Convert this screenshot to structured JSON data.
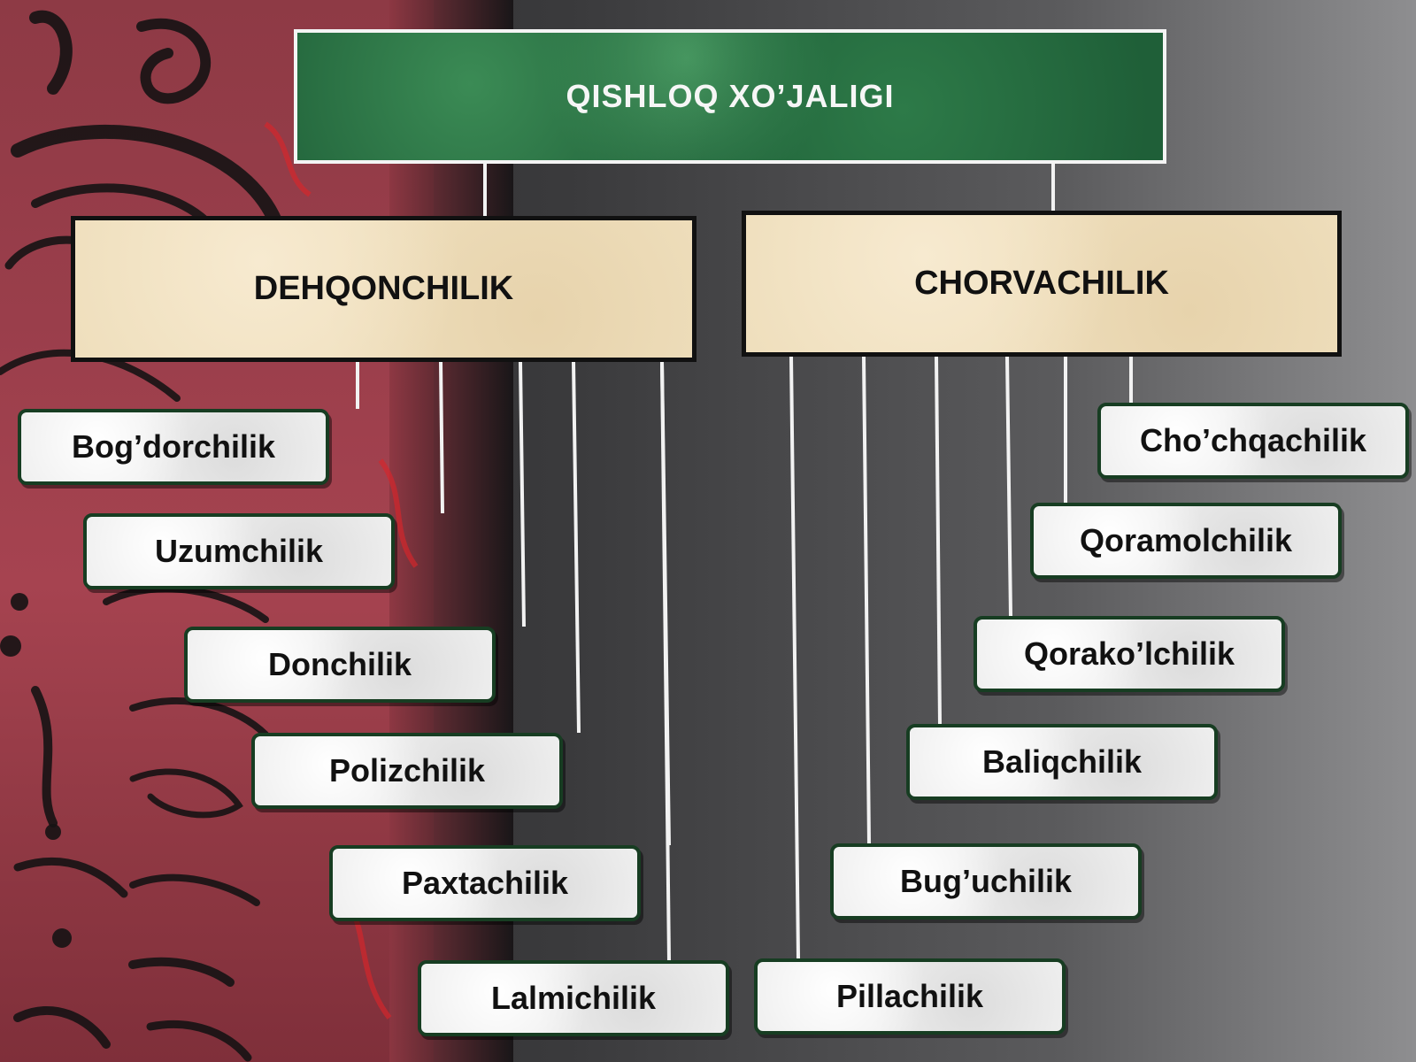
{
  "root": {
    "label": "QISHLOQ XO’JALIGI"
  },
  "categories": [
    {
      "label": "DEHQONCHILIK"
    },
    {
      "label": "CHORVACHILIK"
    }
  ],
  "dehqonchilik_items": [
    {
      "label": "Bog’dorchilik"
    },
    {
      "label": "Uzumchilik"
    },
    {
      "label": "Donchilik"
    },
    {
      "label": "Polizchilik"
    },
    {
      "label": "Paxtachilik"
    },
    {
      "label": "Lalmichilik"
    }
  ],
  "chorvachilik_items": [
    {
      "label": "Cho’chqachilik"
    },
    {
      "label": "Qoramolchilik"
    },
    {
      "label": "Qorako’lchilik"
    },
    {
      "label": "Baliqchilik"
    },
    {
      "label": "Bug’uchilik"
    },
    {
      "label": "Pillachilik"
    }
  ],
  "colors": {
    "root_fill": "#1f5f38",
    "category_fill": "#efdfbd",
    "leaf_fill": "#eeeeee",
    "leaf_border": "#173d22",
    "connector": "#f2f2f2",
    "left_panel": "#9a3e4b"
  }
}
